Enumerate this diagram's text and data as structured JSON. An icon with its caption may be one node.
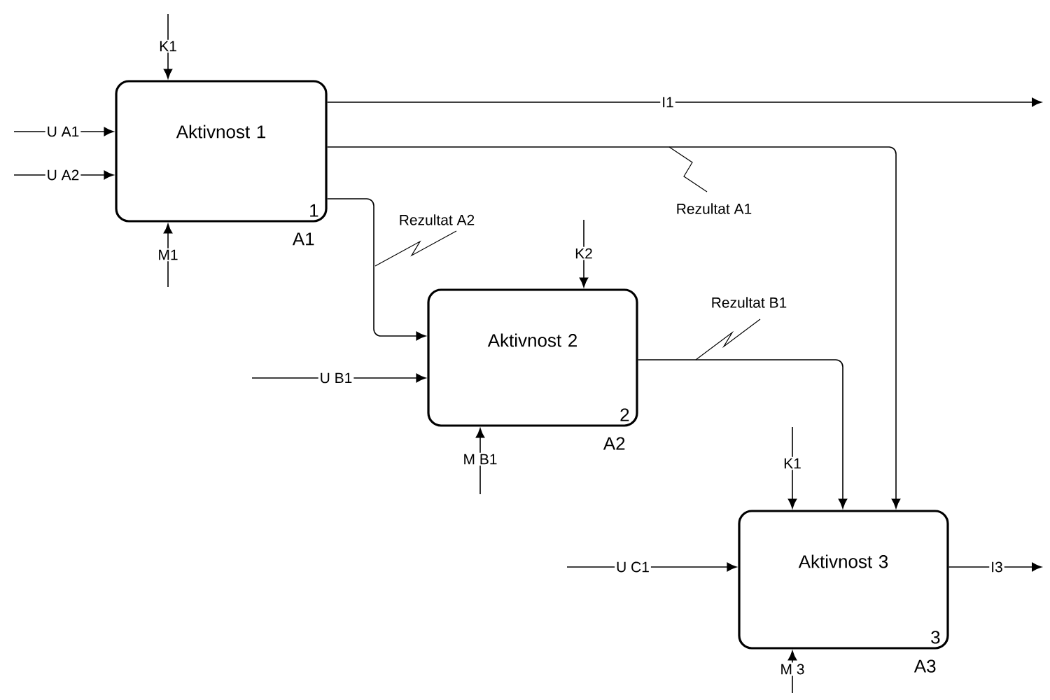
{
  "diagram": {
    "nodes": [
      {
        "text": [
          "Aktivnost 1",
          "1"
        ],
        "beside": [
          "A1"
        ]
      },
      {
        "text": [
          "Aktivnost 2",
          "2"
        ],
        "beside": [
          "A2"
        ]
      },
      {
        "text": [
          "Aktivnost 3",
          "3"
        ],
        "beside": [
          "A3"
        ]
      }
    ],
    "edges": [
      {
        "from": null,
        "to": 0,
        "arrow": "to",
        "label": "K1"
      },
      {
        "from": null,
        "to": 0,
        "arrow": "to",
        "label": "U A1"
      },
      {
        "from": null,
        "to": 0,
        "arrow": "to",
        "label": "U A2"
      },
      {
        "from": null,
        "to": 0,
        "arrow": "to",
        "label": "M1"
      },
      {
        "from": 0,
        "to": null,
        "arrow": "to",
        "label": "I1"
      },
      {
        "from": 0,
        "to": 2,
        "arrow": "to",
        "label": "Rezultat A1"
      },
      {
        "from": 0,
        "to": 1,
        "arrow": "to",
        "label": "Rezultat A2"
      },
      {
        "from": null,
        "to": 1,
        "arrow": "to",
        "label": "K2"
      },
      {
        "from": null,
        "to": 1,
        "arrow": "to",
        "label": "U B1"
      },
      {
        "from": null,
        "to": 1,
        "arrow": "to",
        "label": "M B1"
      },
      {
        "from": 1,
        "to": 2,
        "arrow": "to",
        "label": "Rezultat B1"
      },
      {
        "from": null,
        "to": 2,
        "arrow": "to",
        "label": "K1"
      },
      {
        "from": null,
        "to": 2,
        "arrow": "to",
        "label": "U C1"
      },
      {
        "from": null,
        "to": 2,
        "arrow": "to",
        "label": "M 3"
      },
      {
        "from": 2,
        "to": null,
        "arrow": "to",
        "label": "I3"
      }
    ]
  }
}
